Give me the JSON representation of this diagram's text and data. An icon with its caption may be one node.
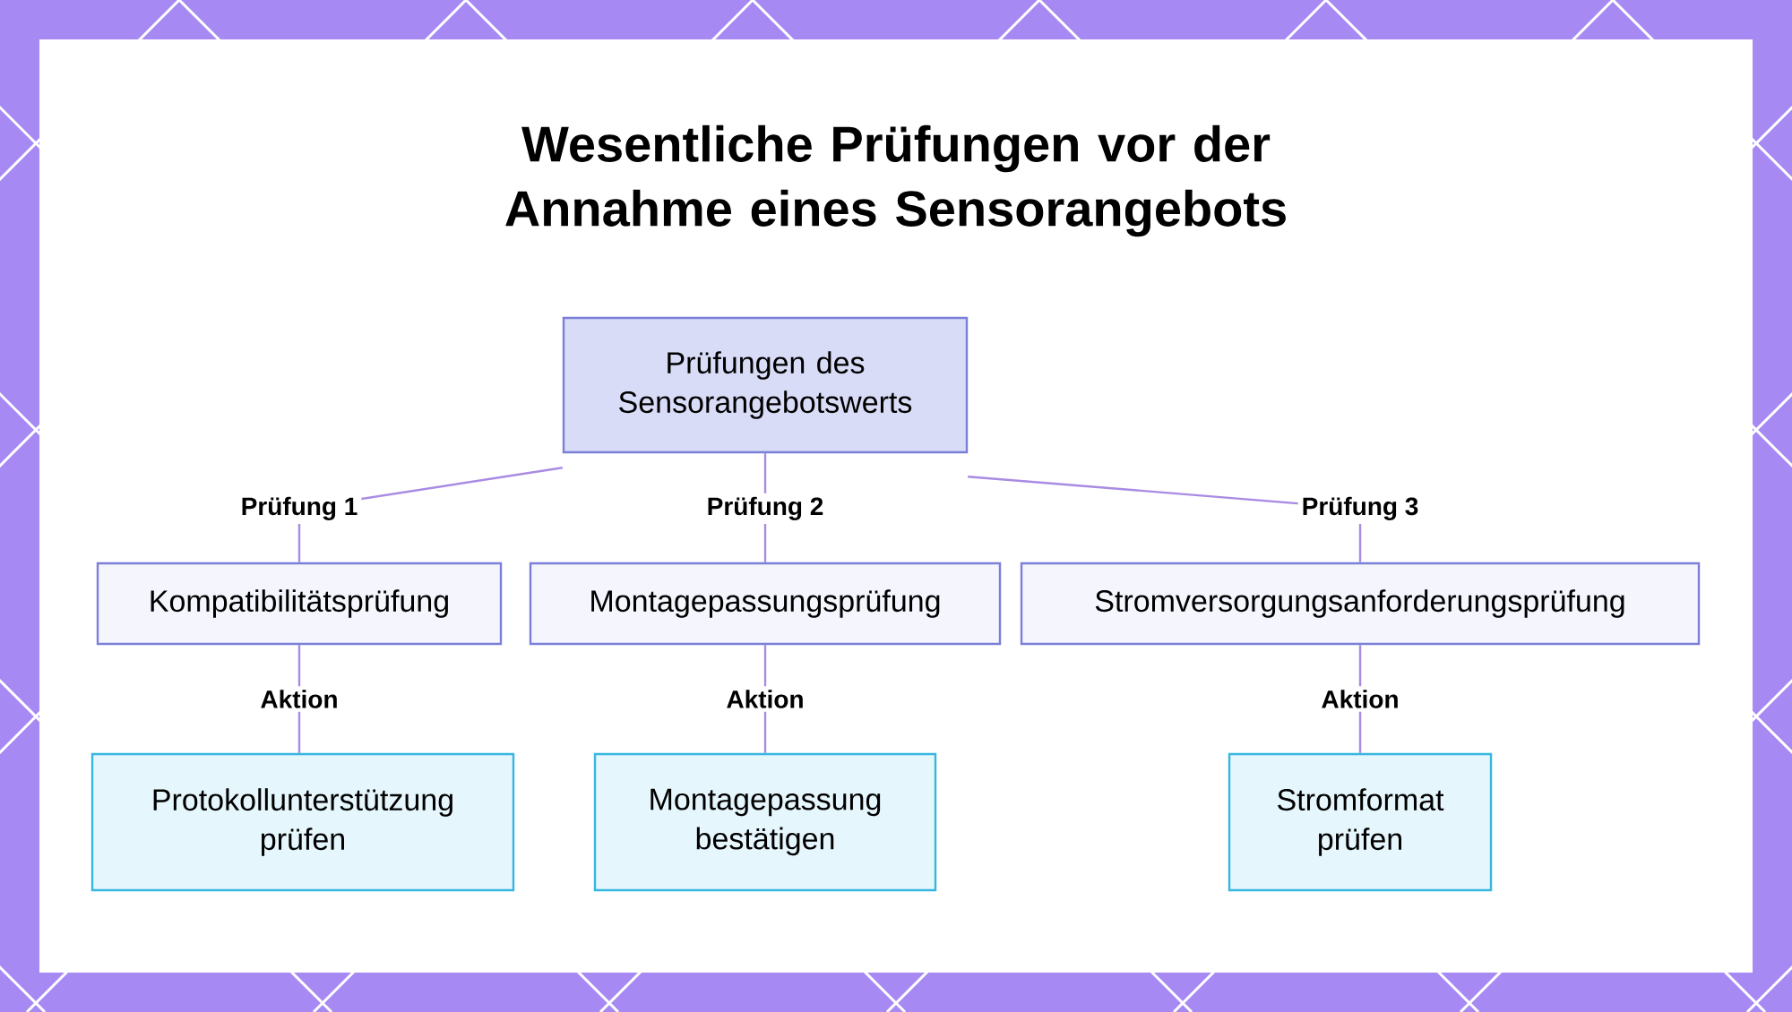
{
  "diagram": {
    "title": "Wesentliche Prüfungen vor der Annahme eines Sensorangebots",
    "nodes": [
      {
        "text": [
          "Prüfungen des Sensorangebotswerts"
        ]
      },
      {
        "text": [
          "Kompatibilitätsprüfung"
        ]
      },
      {
        "text": [
          "Montagepassungsprüfung"
        ]
      },
      {
        "text": [
          "Stromversorgungsanforderungsprüfung"
        ]
      },
      {
        "text": [
          "Protokollunterstützung prüfen"
        ]
      },
      {
        "text": [
          "Montagepassung bestätigen"
        ]
      },
      {
        "text": [
          "Stromformat prüfen"
        ]
      }
    ],
    "edges": [
      {
        "from": 0,
        "to": 1,
        "arrow": "none",
        "label": "Prüfung 1"
      },
      {
        "from": 0,
        "to": 2,
        "arrow": "none",
        "label": "Prüfung 2"
      },
      {
        "from": 0,
        "to": 3,
        "arrow": "none",
        "label": "Prüfung 3"
      },
      {
        "from": 1,
        "to": 4,
        "arrow": "none",
        "label": "Aktion"
      },
      {
        "from": 2,
        "to": 5,
        "arrow": "none",
        "label": "Aktion"
      },
      {
        "from": 3,
        "to": 6,
        "arrow": "none",
        "label": "Aktion"
      }
    ]
  }
}
